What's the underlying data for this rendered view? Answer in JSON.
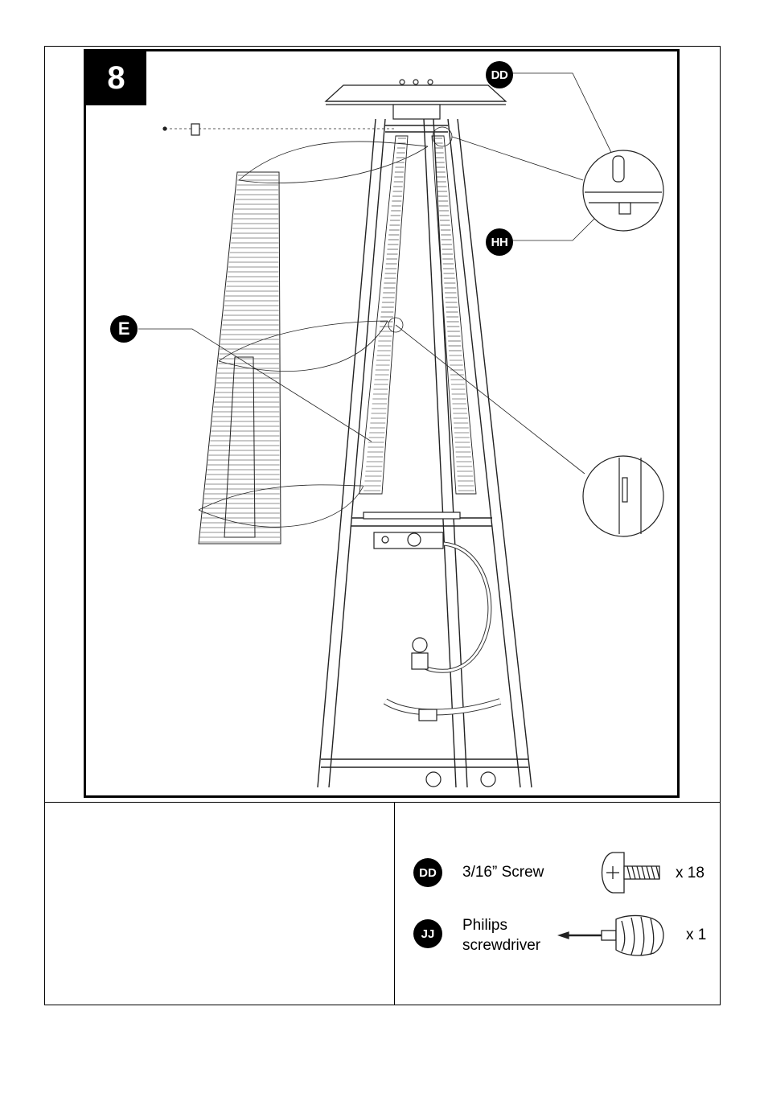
{
  "step": {
    "number": "8"
  },
  "callouts": {
    "dd": "DD",
    "hh": "HH",
    "e": "E"
  },
  "parts": [
    {
      "badge": "DD",
      "name": "3/16” Screw",
      "qty": "x 18",
      "icon": "screw-icon"
    },
    {
      "badge": "JJ",
      "name": "Philips\nscrewdriver",
      "qty": "x 1",
      "icon": "screwdriver-icon"
    }
  ],
  "colors": {
    "ink": "#000000",
    "paper": "#ffffff"
  }
}
